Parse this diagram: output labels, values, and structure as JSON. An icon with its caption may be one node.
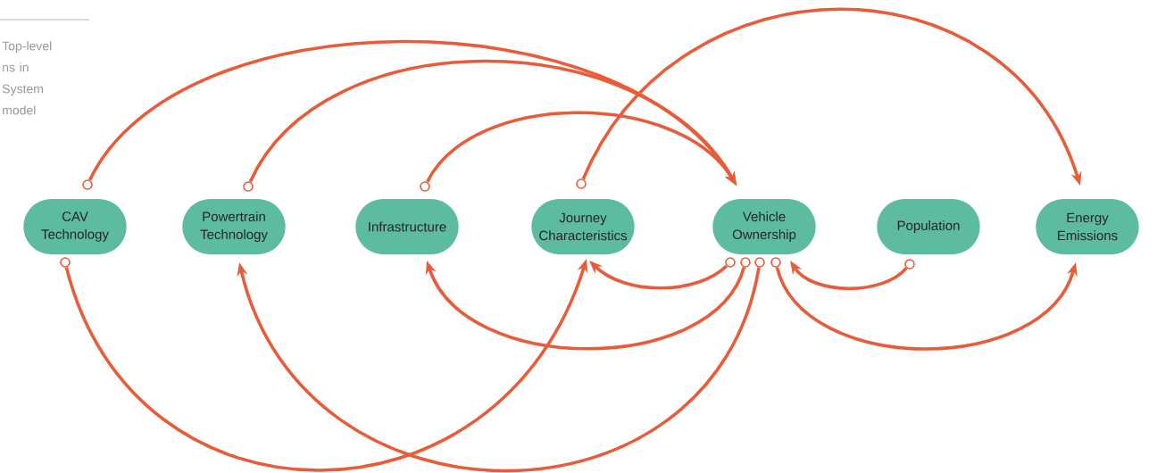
{
  "diagram": {
    "nodes": [
      {
        "text": [
          "CAV Technology"
        ]
      },
      {
        "text": [
          "Powertrain Technology"
        ]
      },
      {
        "text": [
          "Infrastructure"
        ]
      },
      {
        "text": [
          "Journey Characteristics"
        ]
      },
      {
        "text": [
          "Vehicle Ownership"
        ]
      },
      {
        "text": [
          "Population"
        ]
      },
      {
        "text": [
          "Energy Emissions"
        ]
      },
      {
        "text": [],
        "shape": "circle"
      },
      {
        "text": [],
        "shape": "circle"
      },
      {
        "text": [],
        "shape": "circle"
      },
      {
        "text": [],
        "shape": "circle"
      },
      {
        "text": [],
        "shape": "circle"
      },
      {
        "text": [],
        "shape": "circle"
      },
      {
        "text": [],
        "shape": "circle"
      },
      {
        "text": [],
        "shape": "circle"
      },
      {
        "text": [],
        "shape": "circle"
      },
      {
        "text": [],
        "shape": "circle"
      }
    ],
    "edges": [
      {
        "from": 7,
        "to": 4,
        "arrow": "to"
      },
      {
        "from": 8,
        "to": 4,
        "arrow": "to"
      },
      {
        "from": 9,
        "to": 4,
        "arrow": "to"
      },
      {
        "from": 10,
        "to": 6,
        "arrow": "to"
      },
      {
        "from": 11,
        "to": 3,
        "arrow": "to"
      },
      {
        "from": 12,
        "to": 3,
        "arrow": "to"
      },
      {
        "from": 13,
        "to": 2,
        "arrow": "to"
      },
      {
        "from": 14,
        "to": 1,
        "arrow": "to"
      },
      {
        "from": 15,
        "to": 6,
        "arrow": "to"
      },
      {
        "from": 16,
        "to": 4,
        "arrow": "to"
      }
    ],
    "labels": [
      "Top-level ns in System model"
    ]
  }
}
